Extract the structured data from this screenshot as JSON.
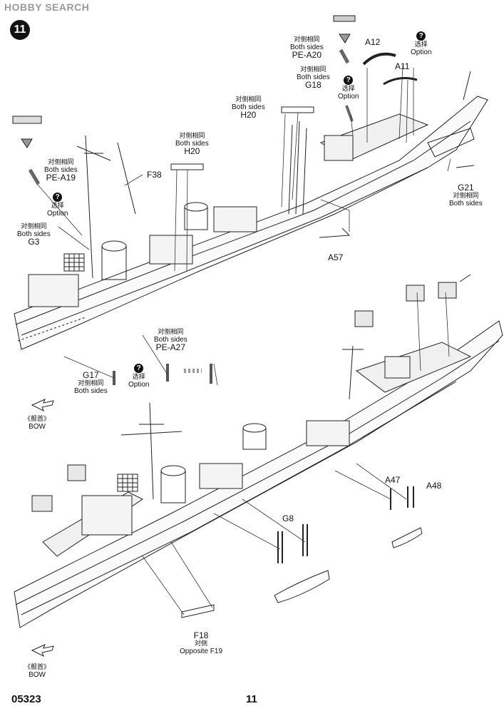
{
  "watermark": "HOBBY SEARCH",
  "step": "11",
  "labels": {
    "pe_a19": {
      "cn": "对侧相同",
      "en": "Both sides",
      "part": "PE-A19"
    },
    "opt_left": {
      "cn": "选择",
      "en": "Option"
    },
    "g3": {
      "cn": "对侧相同",
      "en": "Both sides",
      "part": "G3"
    },
    "h20_left": {
      "cn": "对侧相同",
      "en": "Both sides",
      "part": "H20"
    },
    "f38": {
      "part": "F38"
    },
    "h20_mid": {
      "cn": "对侧相同",
      "en": "Both sides",
      "part": "H20"
    },
    "g18": {
      "cn": "对侧相同",
      "en": "Both sides",
      "part": "G18"
    },
    "opt_mid": {
      "cn": "选择",
      "en": "Option"
    },
    "pe_a20": {
      "cn": "对侧相同",
      "en": "Both sides",
      "part": "PE-A20"
    },
    "a12": {
      "part": "A12"
    },
    "opt_right": {
      "cn": "选择",
      "en": "Option"
    },
    "a11": {
      "part": "A11"
    },
    "g21": {
      "cn": "对侧相同",
      "en": "Both sides",
      "part": "G21"
    },
    "a57": {
      "part": "A57"
    },
    "pe_a27": {
      "cn": "对侧相同",
      "en": "Both sides",
      "part": "PE-A27"
    },
    "g17": {
      "cn": "对侧相同",
      "en": "Both sides",
      "part": "G17"
    },
    "opt_low": {
      "cn": "选择",
      "en": "Option"
    },
    "bow_top": {
      "cn": "《舰首》",
      "en": "BOW"
    },
    "a47": {
      "part": "A47"
    },
    "a48": {
      "part": "A48"
    },
    "g8": {
      "part": "G8"
    },
    "f18": {
      "part": "F18",
      "cn": "对侧",
      "en": "Opposite F19"
    },
    "bow_bottom": {
      "cn": "《舰首》",
      "en": "BOW"
    }
  },
  "qmark": "?",
  "footer": {
    "code": "05323",
    "page": "11"
  }
}
